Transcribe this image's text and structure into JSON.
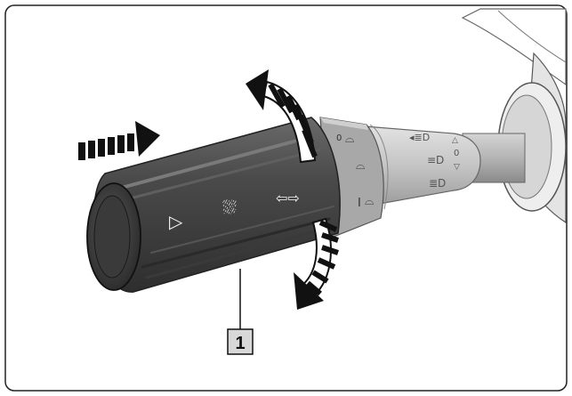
{
  "figure": {
    "background": "#ffffff",
    "border_color": "#222222"
  },
  "callout": {
    "label": "1",
    "box_fill": "#d8d8d8"
  },
  "lever": {
    "body_color": "#4a4a4a",
    "ring_color": "#9a9a9a",
    "collar_color": "#c9c9c9",
    "column_color": "#bdbdbd"
  },
  "symbols": {
    "lever_symbols": [
      "▷",
      "wiper-washer",
      "⇦⇨"
    ],
    "ring_symbols": [
      "0",
      "intermittent",
      "I"
    ],
    "collar_symbols": [
      "headlamp-flash",
      "low-beam",
      "high-beam",
      "0"
    ]
  },
  "icons": {
    "push_arrow": "push-arrow-icon",
    "rotate_up_arrow": "rotate-up-arrow-icon",
    "rotate_down_arrow": "rotate-down-arrow-icon"
  }
}
